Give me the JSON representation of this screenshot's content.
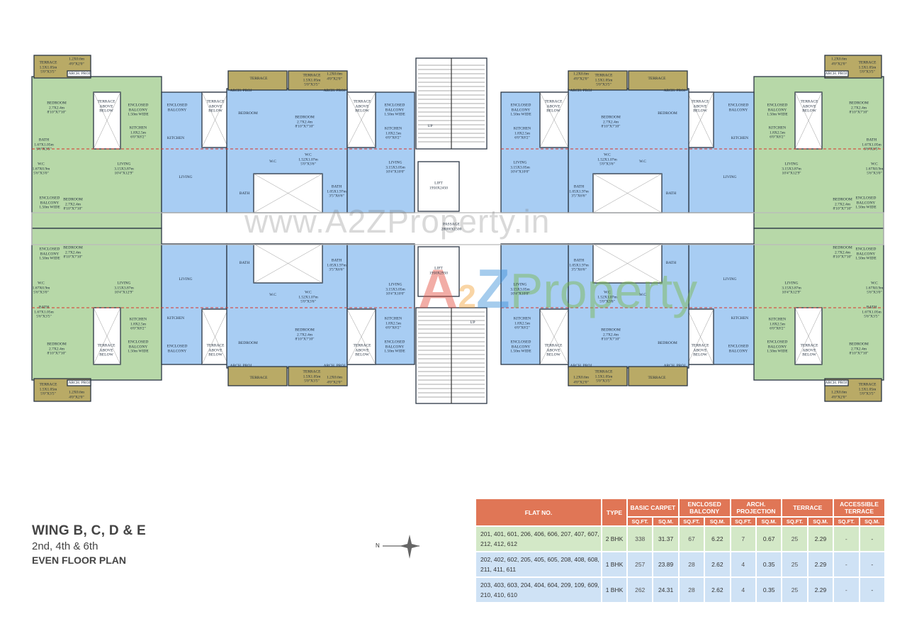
{
  "plan": {
    "labels": {
      "terrace_small": "TERRACE\n1.5X1.05m\n5'0\"X3'5\"",
      "terrace_proj": "1.2X0.6m\n4'0\"X2'0\"",
      "terrace": "TERRACE",
      "arch_proj": "ARCH. PROJ",
      "tab": "TERRACE\nABOVE\nBELOW",
      "bedroom_big": "BEDROOM\n2.7X2.4m\n8'10\"X7'10\"",
      "bedroom": "BEDROOM",
      "bath_g": "BATH\n1.67X1.05m\n5'6\"X3'5\"",
      "wc_g": "W.C\n1.67X0.9m\n5'6\"X3'0\"",
      "enc_bal_wide": "ENCLOSED\nBALCONY\n1.50m WIDE",
      "enc_bal": "ENCLOSED\nBALCONY",
      "kitchen_d": "KITCHEN\n1.8X2.5m\n6'0\"X8'2\"",
      "kitchen": "KITCHEN",
      "living_g": "LIVING\n3.15X3.87m\n10'4\"X12'9\"",
      "living_b": "LIVING\n3.15X3.05m\n10'4\"X10'0\"",
      "living": "LIVING",
      "wc": "W.C",
      "wc_d": "W.C\n1.52X1.07m\n5'0\"X3'6\"",
      "bath": "BATH",
      "bath_d": "BATH\n1.05X1.97m\n3'5\"X6'6\"",
      "lift_top": "LIFT\n1950X2450",
      "lift_bottom": "LIFT\n1950X2950",
      "up": "UP",
      "passage": "PASSAGE\n28000X1500"
    },
    "colors": {
      "two_bhk": "#b7d8a8",
      "one_bhk": "#a8cdf3",
      "terrace": "#b9aa66",
      "wall": "#2b3644"
    }
  },
  "watermark": "www.A2ZProperty.in",
  "logo": {
    "a": "A",
    "two": "2",
    "z": "Z",
    "rest": "Property"
  },
  "title": {
    "line1": "WING B, C, D & E",
    "line2": "2nd, 4th & 6th",
    "line3": "EVEN FLOOR PLAN"
  },
  "compass": {
    "label": "N"
  },
  "table": {
    "headers": {
      "flat": "FLAT NO.",
      "type": "TYPE",
      "groups": [
        "BASIC CARPET",
        "ENCLOSED BALCONY",
        "ARCH. PROJECTION",
        "TERRACE",
        "ACCESSIBLE TERRACE"
      ],
      "sqft": "SQ.FT.",
      "sqm": "SQ.M."
    },
    "header_color": "#e07656",
    "rows": [
      {
        "flats": "201, 401, 601, 206, 406, 606, 207, 407, 607,  212, 412, 612",
        "type": "2 BHK",
        "values": [
          "338",
          "31.37",
          "67",
          "6.22",
          "7",
          "0.67",
          "25",
          "2.29",
          "-",
          "-"
        ],
        "color": "#d3e8c7"
      },
      {
        "flats": "202, 402, 602, 205, 405, 605, 208, 408, 608, 211, 411, 611",
        "type": "1 BHK",
        "values": [
          "257",
          "23.89",
          "28",
          "2.62",
          "4",
          "0.35",
          "25",
          "2.29",
          "-",
          "-"
        ],
        "color": "#cfe2f5"
      },
      {
        "flats": "203, 403, 603, 204, 404, 604, 209, 109, 609, 210, 410, 610",
        "type": "1 BHK",
        "values": [
          "262",
          "24.31",
          "28",
          "2.62",
          "4",
          "0.35",
          "25",
          "2.29",
          "-",
          "-"
        ],
        "color": "#cfe2f5"
      }
    ]
  }
}
